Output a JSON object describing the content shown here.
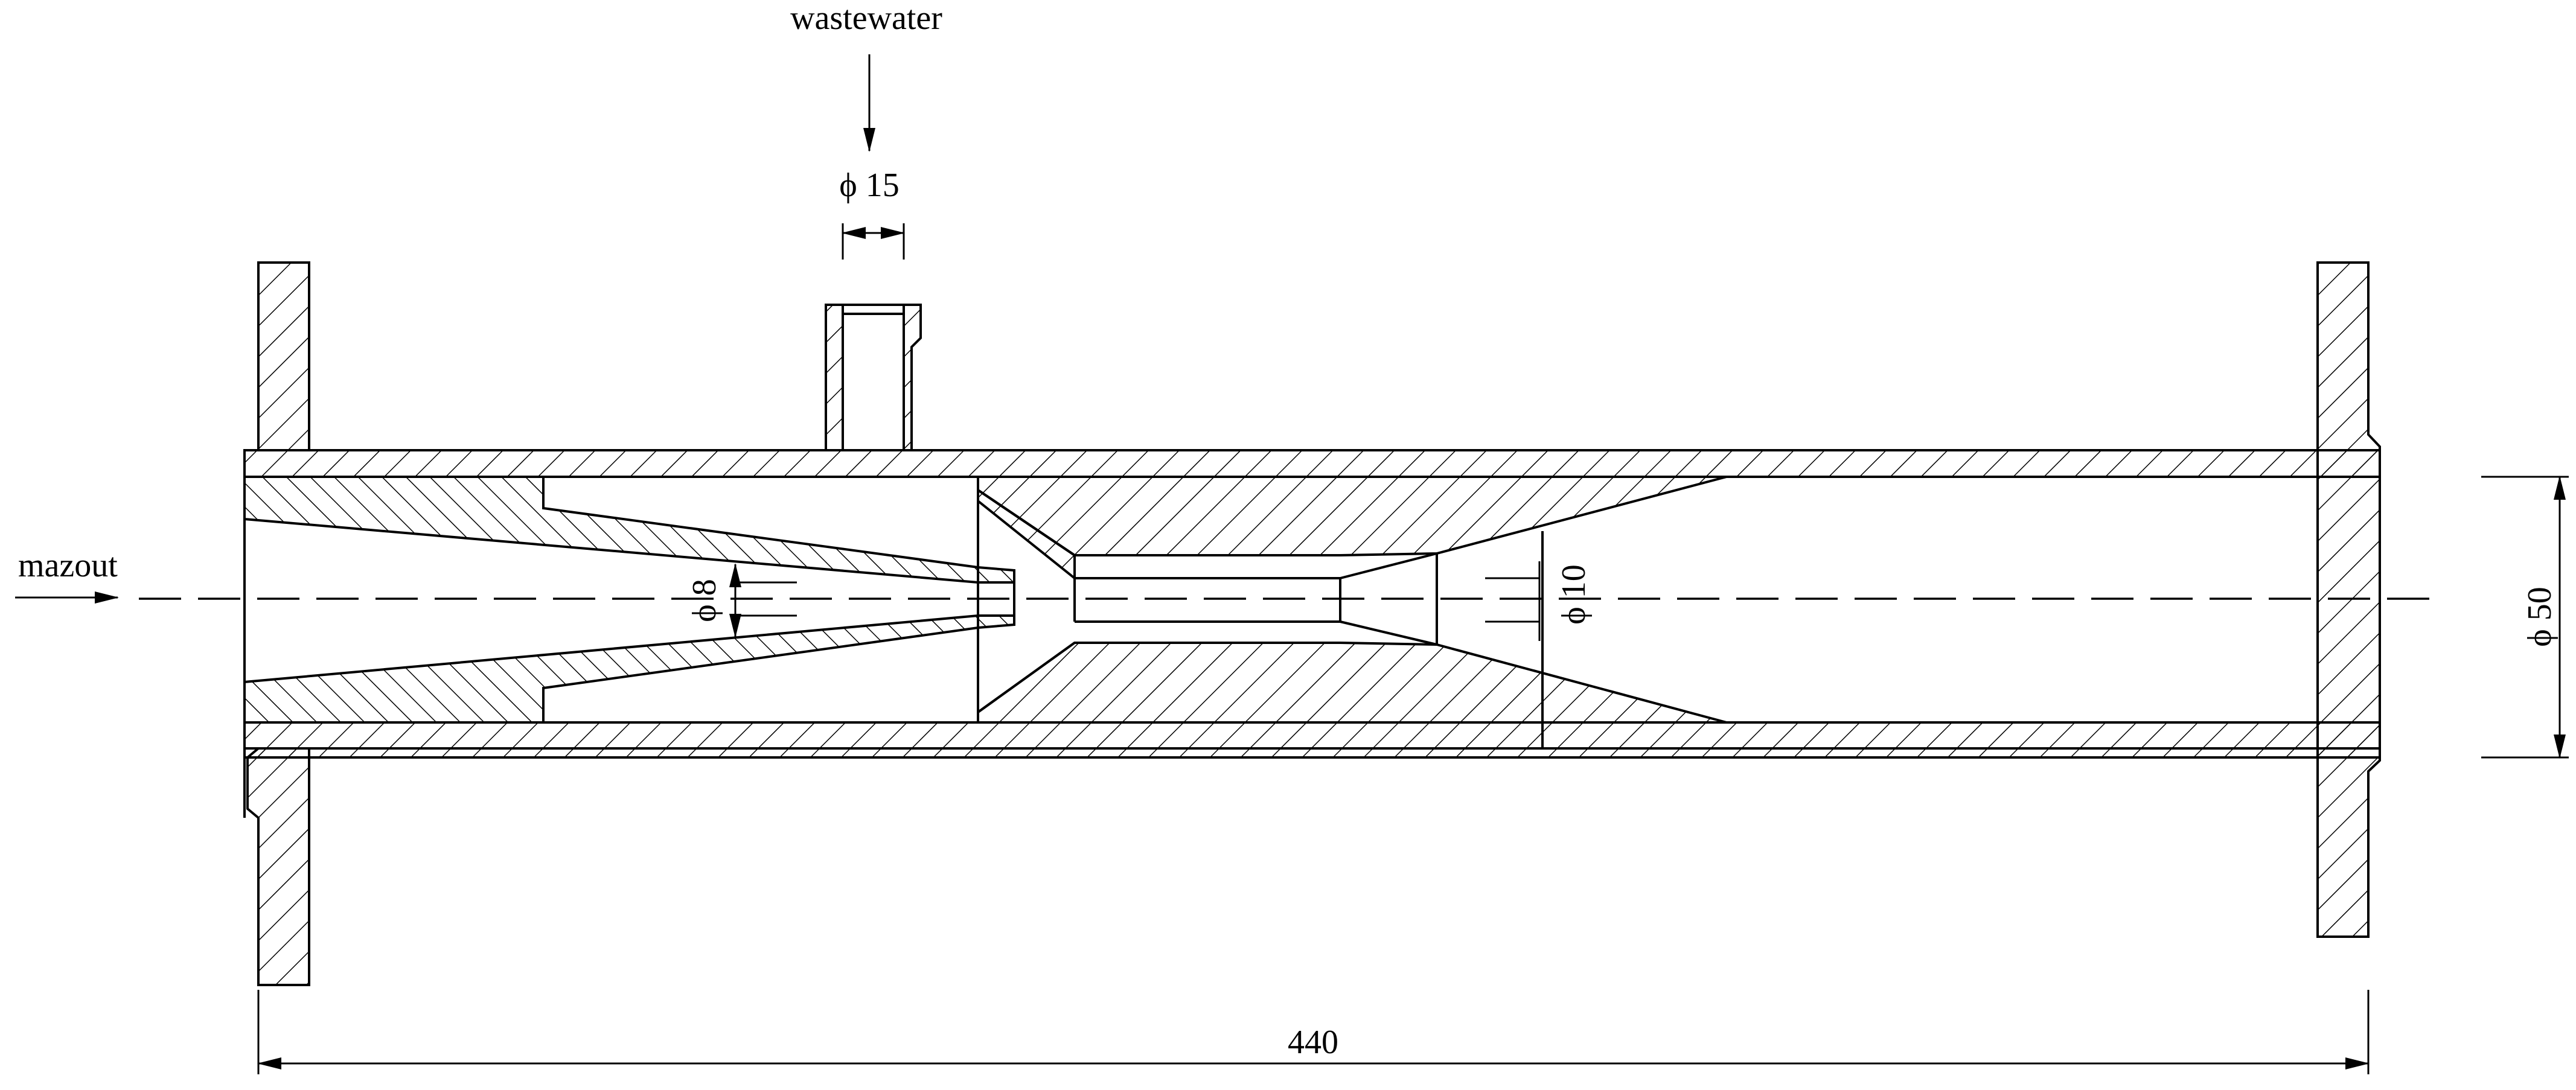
{
  "labels": {
    "inlet_top": "wastewater",
    "inlet_left": "mazout",
    "dim_inlet": "ϕ 15",
    "dim_nozzle": "ϕ 8",
    "dim_throat": "ϕ 10",
    "dim_bore": "ϕ 50",
    "dim_length": "440"
  },
  "colors": {
    "line": "#000000",
    "background": "#ffffff"
  }
}
